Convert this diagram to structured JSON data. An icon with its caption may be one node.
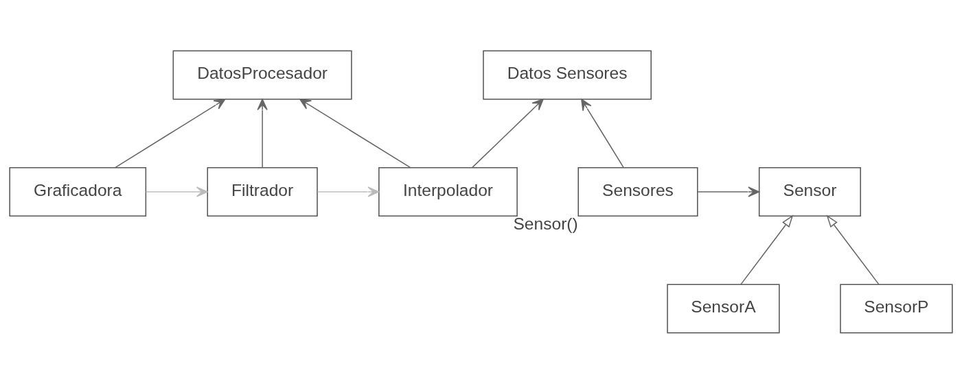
{
  "diagram": {
    "nodes": [
      {
        "text": [
          "DatosProcesador"
        ]
      },
      {
        "text": [
          "Datos Sensores"
        ]
      },
      {
        "text": [
          "Graficadora"
        ]
      },
      {
        "text": [
          "Filtrador"
        ]
      },
      {
        "text": [
          "Interpolador"
        ]
      },
      {
        "text": [
          "Sensores"
        ],
        "beside": [
          "Sensor()"
        ]
      },
      {
        "text": [
          "Sensor"
        ]
      },
      {
        "text": [
          "SensorA"
        ]
      },
      {
        "text": [
          "SensorP"
        ]
      }
    ],
    "edges": [
      {
        "from": 2,
        "to": 0,
        "arrow": "to"
      },
      {
        "from": 2,
        "to": 3,
        "arrow": "to",
        "color": "#bbbbbb"
      },
      {
        "from": 3,
        "to": 0,
        "arrow": "to"
      },
      {
        "from": 4,
        "to": 0,
        "arrow": "to"
      },
      {
        "from": 4,
        "to": 1,
        "arrow": "to"
      },
      {
        "from": 3,
        "to": 4,
        "arrow": "to",
        "color": "#bbbbbb"
      },
      {
        "from": 5,
        "to": 1,
        "arrow": "to"
      },
      {
        "from": 5,
        "to": 6,
        "arrow": "to"
      },
      {
        "from": 7,
        "to": 6,
        "arrow": "to"
      },
      {
        "from": 8,
        "to": 6,
        "arrow": "to"
      }
    ]
  }
}
